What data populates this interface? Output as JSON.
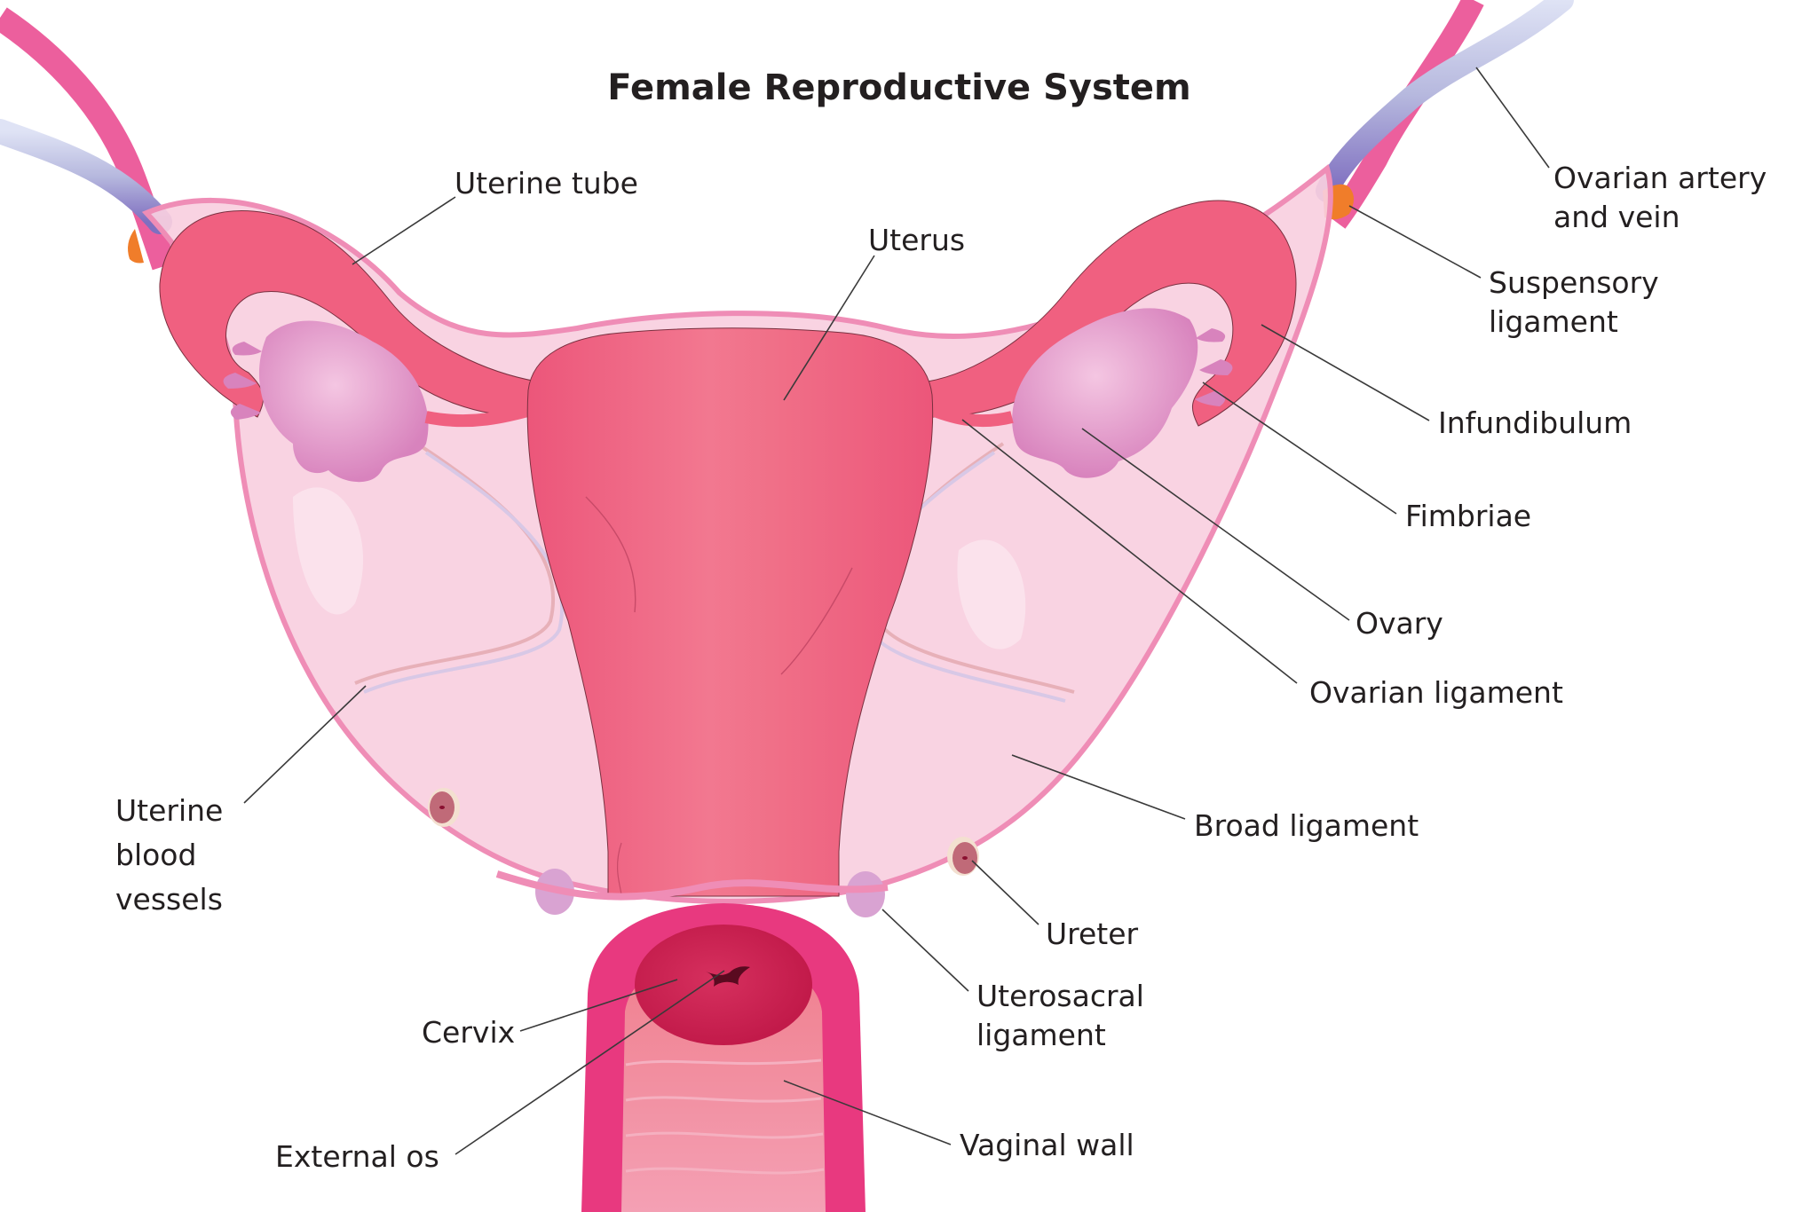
{
  "title": "Female Reproductive System",
  "labels": {
    "uterine_tube": "Uterine tube",
    "uterus": "Uterus",
    "ovarian_artery_vein": [
      "Ovarian artery",
      "and vein"
    ],
    "suspensory_ligament": [
      "Suspensory",
      "ligament"
    ],
    "infundibulum": "Infundibulum",
    "fimbriae": "Fimbriae",
    "ovary": "Ovary",
    "ovarian_ligament": "Ovarian ligament",
    "broad_ligament": "Broad ligament",
    "ureter": "Ureter",
    "uterosacral_ligament": [
      "Uterosacral",
      "ligament"
    ],
    "vaginal_wall": "Vaginal wall",
    "cervix": "Cervix",
    "external_os": "External os",
    "uterine_blood_vessels": [
      "Uterine",
      "blood",
      "vessels"
    ]
  },
  "colors": {
    "uterus": "#ee5a7c",
    "uterus_highlight": "#f27a92",
    "broad_ligament": "#f8c9da",
    "broad_ligament_edge": "#ef8db6",
    "ovary": "#e7a3cf",
    "vaginal_wall": "#e8397f",
    "vaginal_inner": "#f2909f",
    "cervix": "#cc1f51",
    "ovarian_artery": "#ec5f9d",
    "ovarian_vein": "#b9b9dd",
    "suspensory_ligament": "#f07d2a",
    "ureter": "#c06a78",
    "text": "#231f20"
  }
}
